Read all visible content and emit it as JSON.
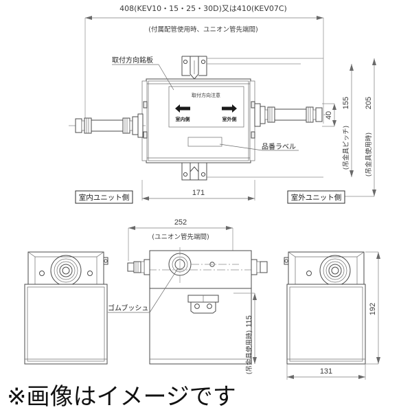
{
  "document": {
    "type": "technical-drawing",
    "subject": "Air conditioner branch/joint unit dimensional drawing",
    "watermark": "※画像はイメージです"
  },
  "top_view": {
    "overall_dimension": {
      "value": "408(KEV10・15・25・30D)又は410(KEV07C)",
      "note": "(付属配管使用時、ユニオン管先端間)"
    },
    "body_width_dimension": "171",
    "vertical_dimensions": [
      {
        "value": "40",
        "note": ""
      },
      {
        "value": "155",
        "note": "(吊金具ピッチ)"
      },
      {
        "value": "205",
        "note": "(吊金具使用時)"
      }
    ],
    "callouts": [
      {
        "id": "nameplate",
        "label": "取付方向銘板"
      },
      {
        "id": "part-number-label",
        "label": "品番ラベル"
      }
    ],
    "nameplate": {
      "title": "取付方向注意",
      "left_arrow_label": "室内側",
      "right_arrow_label": "室外側"
    },
    "side_boxes": [
      {
        "id": "indoor",
        "label": "室内ユニット側"
      },
      {
        "id": "outdoor",
        "label": "室外ユニット側"
      }
    ]
  },
  "bottom_view": {
    "overall_dimension": {
      "value": "252",
      "note": "(ユニオン管先端間)"
    },
    "callouts": [
      {
        "id": "rubber-bush",
        "label": "ゴムブッシュ"
      }
    ],
    "vertical_dimensions": [
      {
        "value": "115",
        "note": "(吊金具使用時)"
      },
      {
        "value": "192",
        "note": ""
      }
    ],
    "horizontal_dimensions": [
      {
        "value": "131",
        "note": ""
      }
    ]
  },
  "colors": {
    "line": "#4a4a4a",
    "dimension_line": "#7a7a7a",
    "text": "#222222",
    "background": "#ffffff"
  }
}
